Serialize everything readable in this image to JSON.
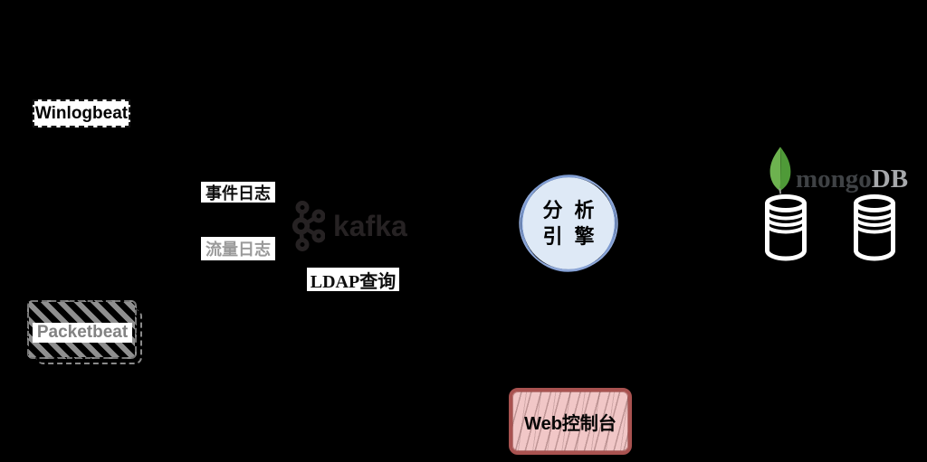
{
  "diagram": {
    "winlogbeat": {
      "label": "Winlogbeat"
    },
    "packetbeat": {
      "label": "Packetbeat"
    },
    "edge_labels": {
      "event_log": "事件日志",
      "traffic_log": "流量日志",
      "ldap_query": "LDAP查询"
    },
    "kafka": {
      "wordmark": "kafka"
    },
    "analysis_engine": {
      "line1": "分析",
      "line2": "引擎"
    },
    "mongodb": {
      "word_main": "mongo",
      "word_suffix": "DB"
    },
    "web_console": {
      "label": "Web控制台"
    }
  },
  "icons": {
    "kafka_mark": "kafka-logo-icon",
    "mongodb_leaf": "mongodb-leaf-icon",
    "database_left": "database-cylinder-icon",
    "database_right": "database-cylinder-icon",
    "engine_circle": "sketch-circle-icon"
  },
  "colors": {
    "background": "#000000",
    "engine_fill": "#dee9f6",
    "engine_stroke": "#7d9bd2",
    "console_fill": "#f1c7c7",
    "console_stroke": "#a85250",
    "kafka_dark": "#262223",
    "mongo_leaf_light": "#6db24f",
    "mongo_leaf_dark": "#4f9a38",
    "mongo_word": "#3f4245",
    "mongo_suffix": "#a7a9ac",
    "muted_gray": "#8f8f8f",
    "label_black": "#0d0d0d",
    "white": "#ffffff"
  }
}
